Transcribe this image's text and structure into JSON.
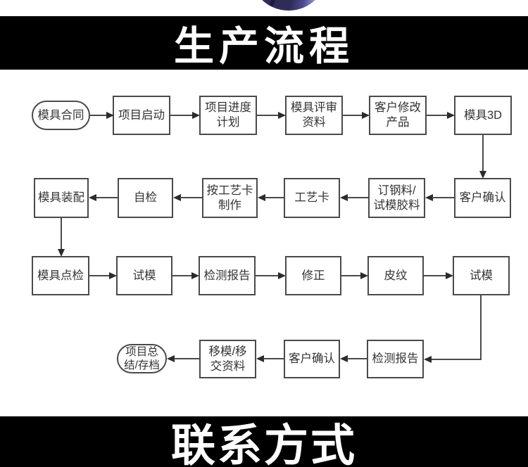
{
  "banners": {
    "production": "生产流程",
    "contact": "联系方式"
  },
  "logo": {
    "name": "brand-sphere-logo",
    "dark_color": "#2f2d58",
    "light_color": "#8a8cc8"
  },
  "flowchart": {
    "row1": [
      "模具合同",
      "项目启动",
      "项目进度\n计划",
      "模具评审\n资料",
      "客户修改\n产品",
      "模具3D"
    ],
    "row2": [
      "模具装配",
      "自检",
      "按工艺卡\n制作",
      "工艺卡",
      "订钢料/\n试模胶料",
      "客户确认"
    ],
    "row3": [
      "模具点检",
      "试模",
      "检测报告",
      "修正",
      "皮纹",
      "试模"
    ],
    "row4": [
      "项目总\n结/存档",
      "移模/移\n交资料",
      "客户确认",
      "检测报告"
    ],
    "connections": [
      "模具合同→项目启动→项目进度计划→模具评审资料→客户修改产品→模具3D",
      "模具3D↓客户确认",
      "客户确认→订钢料/试模胶料→工艺卡→按工艺卡制作→自检→模具装配",
      "模具装配↓模具点检",
      "模具点检→试模→检测报告→修正→皮纹→试模",
      "试模↓→检测报告",
      "检测报告→客户确认→移模/移交资料→项目总结/存档"
    ]
  },
  "colors": {
    "banner_bg": "#000000",
    "banner_text": "#ffffff",
    "node_border": "#4a4a4a",
    "node_text": "#333333",
    "connector": "#2b2b2b"
  }
}
